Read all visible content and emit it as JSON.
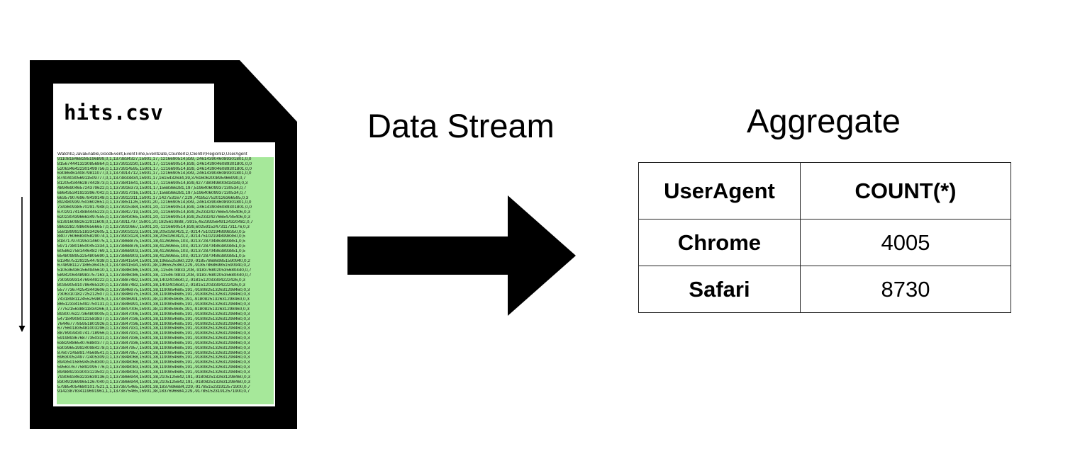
{
  "file": {
    "name": "hits.csv",
    "header_line": "WatchID,JavaEnable,GoodEvent,EventTime,EventDate,CounterID,ClientIP,RegionID,UserAgent",
    "rows": [
      "9110818468285196899,0,1,1373834327,15901,17,-1216690514,839,-2461439046089301801,0,0",
      "8156744413230856864,0,1,1373913230,15901,17,-1216690514,839,-2461439046089301801,0,0",
      "5206346422301499756,0,1,1373914595,15901,17,-1216690514,839,-2461439046089301801,0,0",
      "6308646140879811077,0,1,1373914712,15901,17,-1216690514,839,-2461439046089301801,0,0",
      "8740403056911509777,0,1,1373833834,15901,17,1615432634,39,3761606200895466090,0,7",
      "8120543446287442873,0,1,1373841641,15901,17,-1216690514,839,427738049800818189,0,3",
      "4894690465724379622,0,1,1373916373,15901,17,1568366281,197,519640609937130534,0,7",
      "6864353419233967042,0,1,1373917016,15901,17,1568366281,197,519640609937130534,0,7",
      "6635790769678439148,0,1,1373912311,15901,17,1427531677,229,7418527520126366595,0,3",
      "8924809397503602651,0,1,1373851126,15901,20,-1216690514,839,-2461439046089301801,0,0",
      "7343609385702917948,0,1,1373915384,15901,20,-1216690514,839,-2461439046089301801,0,0",
      "6702917414884445223,0,1,1373842719,15901,20,-1216690514,839,2523324276654785406,0,3",
      "6202304396663497555,0,1,1373843065,15901,20,-1216690514,839,2523324276654785406,0,3",
      "6139160982612911609,0,1,1373911797,15901,20,1825610888,73915,4523925649124320482,0,7",
      "8863282788606566657,0,1,1373910667,15901,20,-1216690514,839,6025915247311731176,0,3",
      "5581899925183342605,1,1,1373903123,15901,38,2050260421,2,-9214751021948998350,0,5",
      "8407760668305829074,1,1,1373903124,15901,38,2050260421,2,-9214751021948998350,0,5",
      "8187179741953146075,1,1,1373868875,15901,38,41269655,103,-9213728704863893851,0,5",
      "5971738016500451334,1,1,1373868876,15901,38,41269655,103,-9213728704863893851,0,5",
      "6058627581446482769,1,1,1373868903,15901,38,41269655,103,-9213728704863893851,0,5",
      "6548098953254805690,1,1,1373868903,15901,38,41269655,103,-9213728704863893851,0,5",
      "6134875129225447838,0,1,1373841594,15901,38,1965525360,229,-9185786869851590940,0,2",
      "6748981127186536415,0,1,1373841594,15901,38,1965525360,229,-9185786869851590940,0,2",
      "5105364361564945610,1,1,1373846086,15901,38,-1154678833,208,-9183768020535680440,0,7",
      "5894206448983757163,1,1,1373846086,15901,38,-1154678833,208,-9183768020535680440,0,7",
      "7303939314769449222,0,1,1373887482,15901,38,1402403630,2,-9181512033394222426,0,3",
      "8035905910786465320,0,1,1373887482,15901,38,1402403630,2,-9181512033394222426,0,3",
      "5577736742543443606,0,1,1373846975,15901,38,1190854685,191,-9180825132631298460,0,3",
      "7306310182725212507,0,1,1373846975,15901,38,1190854685,191,-9180825132631298460,0,3",
      "7431898112455259805,0,1,1373846991,15901,38,1190854685,191,-9180825132631298460,0,3",
      "8651233415492750131,0,1,1373846991,15901,38,1190854685,191,-9180825132631298460,0,3",
      "7775215638811834266,0,1,1373847006,15901,38,1190854685,191,-9180825132631298460,0,3",
      "8930076227364809005,0,1,1373847006,15901,38,1190854685,191,-9180825132631298460,0,3",
      "5471849080122583837,0,1,1373847036,15901,38,1190854685,191,-9180825132631298460,0,3",
      "7644677785951801926,0,1,1373847036,15901,38,1190854685,191,-9180825132631298460,0,3",
      "6775601835481003296,0,1,1373847931,15901,38,1190854685,191,-9180825132631298460,0,3",
      "8878904430741718956,0,1,1373847931,15901,38,1190854685,191,-9180825132631298460,0,3",
      "5919893676877350331,0,1,1373847936,15901,38,1190854685,191,-9180825132631298460,0,3",
      "6382948654076880377,0,1,1373847936,15901,38,1190854685,191,-9180825132631298460,0,3",
      "6303965199240984278,0,1,1373847957,15901,38,1190854685,191,-9180825132631298460,0,3",
      "8760724589174569541,0,1,1373847957,15901,38,1190854685,191,-9180825132631298460,0,3",
      "6963005249772405309,0,1,1373848068,15901,38,1190854685,191,-9180825132631298460,0,3",
      "8943501585945358300,0,1,1373848068,15901,38,1190854685,191,-9180825132631298460,0,3",
      "5956376775892095776,0,1,1373848083,15901,38,1190854685,191,-9180825132631298460,0,3",
      "8948892333003123502,0,1,1373848083,15901,38,1190854685,191,-9180825132631298460,0,3",
      "7930693463233639136,0,1,1373866944,15901,38,2105125642,191,-9180825132631298460,0,3",
      "8304919699651267040,0,1,1373866944,15901,38,2105125642,191,-9180825132631298460,0,3",
      "5798540546801017521,1,1,1373875465,15901,38,1837696684,229,-9178515231912571900,0,7",
      "9142387834119691961,1,1,1373875465,15901,38,1837696684,229,-9178515231912571900,0,7"
    ]
  },
  "labels": {
    "stream": "Data Stream",
    "aggregate": "Aggregate"
  },
  "table": {
    "headers": [
      "UserAgent",
      "COUNT(*)"
    ],
    "rows": [
      [
        "Chrome",
        "4005"
      ],
      [
        "Safari",
        "8730"
      ]
    ]
  },
  "colors": {
    "highlight": "#a6e89a",
    "file_frame": "#000000"
  }
}
